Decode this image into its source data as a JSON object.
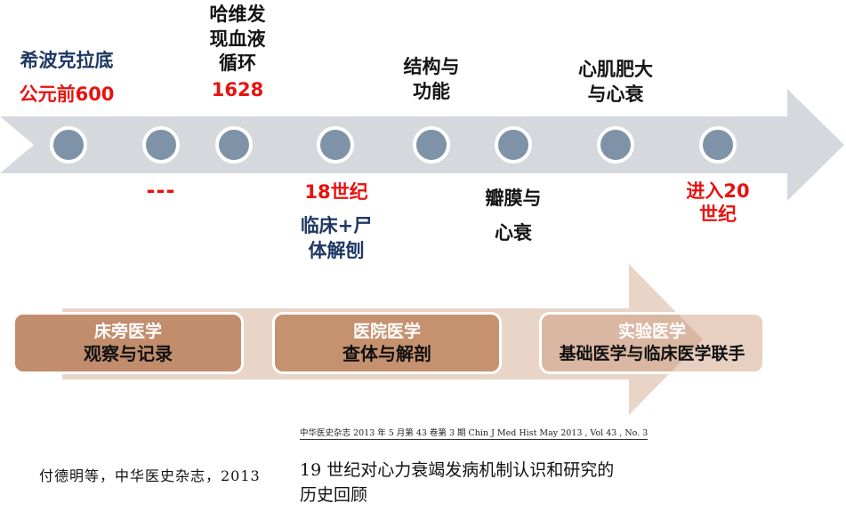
{
  "colors": {
    "navy": "#1f3864",
    "red": "#e8120f",
    "timeline_gray": "#d5d9de",
    "dot_fill": "#7e93a7",
    "era_box_tan": "#c28d6c",
    "era_arrow_light": "#e9d5c8"
  },
  "timeline": {
    "events": [
      {
        "title": "希波克拉底",
        "date": "公元前600"
      },
      {
        "title": "哈维发\n现血液\n循环",
        "date": "1628"
      },
      {
        "title": "结构与\n功能"
      },
      {
        "title": "心肌肥大\n与心衰"
      },
      {
        "date": "---"
      },
      {
        "date": "18世纪",
        "title": "临床+尸\n体解刨"
      },
      {
        "title": "瓣膜与\n心衰"
      },
      {
        "date": "进入20\n世纪"
      }
    ]
  },
  "eras": {
    "boxes": [
      {
        "title": "床旁医学",
        "subtitle": "观察与记录"
      },
      {
        "title": "医院医学",
        "subtitle": "查体与解剖"
      },
      {
        "title": "实验医学",
        "subtitle": "基础医学与临床医学联手"
      }
    ]
  },
  "references": {
    "journal_header": "中华医史杂志 2013 年 5 月第 43 卷第 3 期   Chin J Med Hist May 2013 , Vol 43 , No. 3",
    "article_title": "19 世纪对心力衰竭发病机制认识和研究的\n历史回顾",
    "citation": "付德明等，中华医史杂志，2013"
  }
}
